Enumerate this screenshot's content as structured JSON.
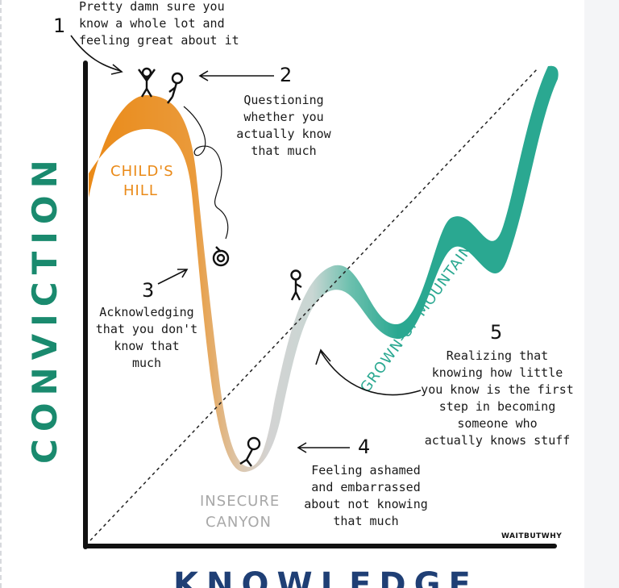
{
  "axes": {
    "y_label": "CONVICTION",
    "x_label": "KNOWLEDGE"
  },
  "regions": {
    "childs_hill": [
      "CHILD'S",
      "HILL"
    ],
    "insecure_canyon": [
      "INSECURE",
      "CANYON"
    ],
    "grown_up_mountain": "GROWN-UP MOUNTAIN"
  },
  "stages": [
    {
      "number": "1",
      "lines": [
        "Pretty damn sure you",
        "know a whole lot and",
        "feeling great about it"
      ]
    },
    {
      "number": "2",
      "lines": [
        "Questioning",
        "whether you",
        "actually know",
        "that much"
      ]
    },
    {
      "number": "3",
      "lines": [
        "Acknowledging",
        "that you don't",
        "know that",
        "much"
      ]
    },
    {
      "number": "4",
      "lines": [
        "Feeling ashamed",
        "and embarrassed",
        "about not knowing",
        "that much"
      ]
    },
    {
      "number": "5",
      "lines": [
        "Realizing that",
        "knowing how little",
        "you know is the first",
        "step in becoming",
        "someone who",
        "actually knows stuff"
      ]
    }
  ],
  "credit": "WAITBUTWHY",
  "colors": {
    "hill_orange": "#ea8a18",
    "canyon_grey": "#d3d3d3",
    "mountain_teal": "#2aa891",
    "axis_black": "#111111",
    "y_label_green": "#1a8a6e",
    "x_label_navy": "#1f3f75",
    "canyon_text_grey": "#a8a8a8"
  }
}
